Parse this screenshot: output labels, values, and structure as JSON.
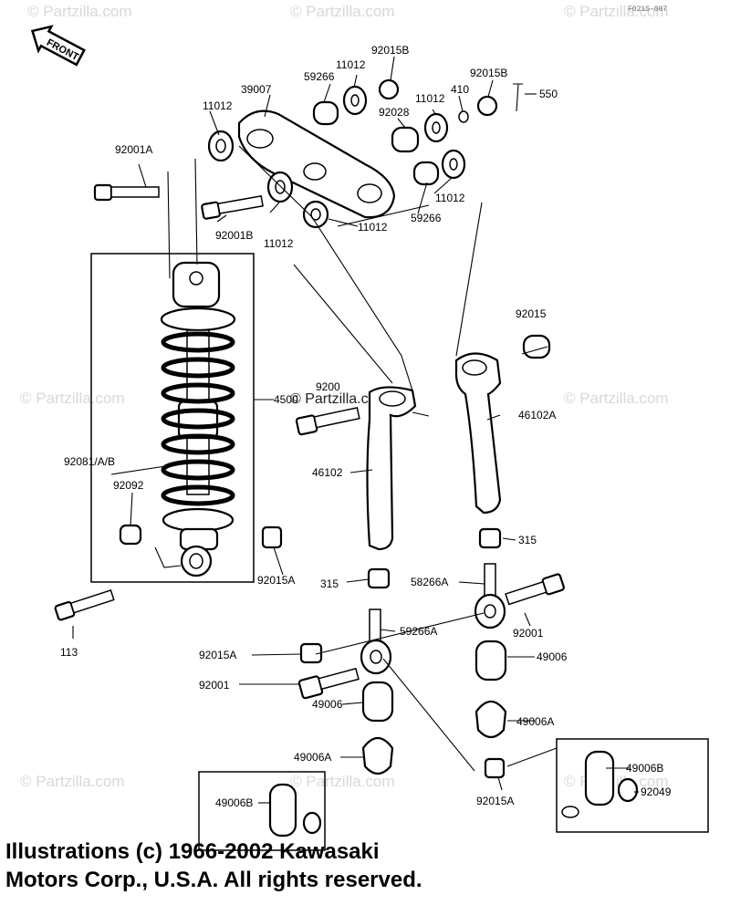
{
  "diagram_code": "F021S-007",
  "front_label": "FRONT",
  "watermark": "© Partzilla.com",
  "labels": {
    "p11012_a": "11012",
    "p39007": "39007",
    "p59266_a": "59266",
    "p11012_b": "11012",
    "p92015B_a": "92015B",
    "p92015B_b": "92015B",
    "p410": "410",
    "p550": "550",
    "p92028": "92028",
    "p11012_c": "11012",
    "p92001A": "92001A",
    "p92001B": "92001B",
    "p11012_d": "11012",
    "p11012_e": "11012",
    "p59266_b": "59266",
    "p11012_f": "11012",
    "p92015": "92015",
    "p45001": "4500",
    "p92001_a": "9200",
    "p46102A": "46102A",
    "p46102": "46102",
    "p92081": "92081/A/B",
    "p92092": "92092",
    "p92015A_a": "92015A",
    "p315_a": "315",
    "p315_b": "315",
    "p58266A_a": "58266A",
    "p92001_b": "92001",
    "p113": "113",
    "p92015A_b": "92015A",
    "p59266A_b": "59266A",
    "p49006_a": "49006",
    "p92001_c": "92001",
    "p49006_b": "49006",
    "p49006A_a": "49006A",
    "p49006A_b": "49006A",
    "p49006B_a": "49006B",
    "p92049": "92049",
    "p92015A_c": "92015A",
    "p49006B_b": "49006B"
  },
  "copyright": {
    "line1": "Illustrations (c) 1966-2002 Kawasaki",
    "line2": "Motors Corp., U.S.A.  All rights reserved."
  }
}
